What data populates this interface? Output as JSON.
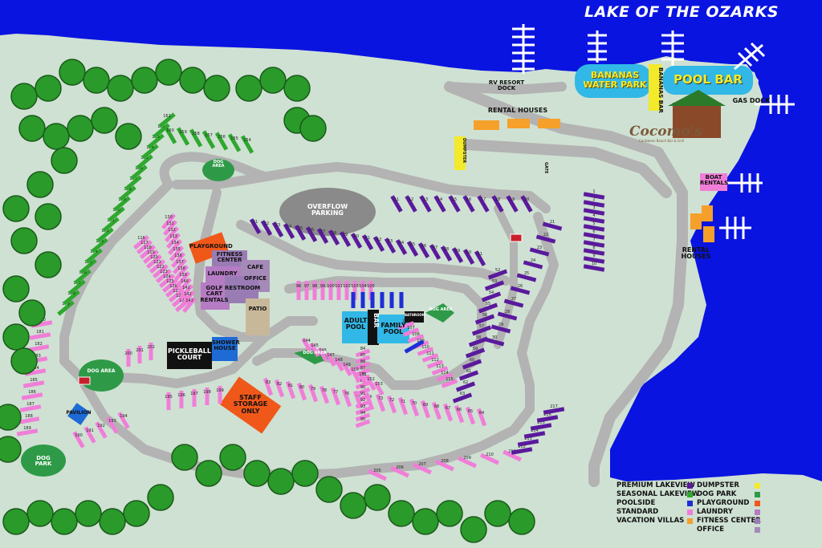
{
  "title": "LAKE OF THE OZARKS",
  "colors": {
    "water": "#0a14e0",
    "land": "#cfe1d3",
    "road": "#b3b3b3",
    "premium_lakeview": "#5a1a9c",
    "seasonal_lakeview": "#2ea82e",
    "poolside": "#1e2ed6",
    "standard": "#f07ed8",
    "vacation_villas": "#f5a02a",
    "dumpster": "#f2ea2a",
    "dog_park": "#2e9a47",
    "playground": "#f0581a",
    "laundry": "#b57cc4",
    "fitness_center": "#9a7cb5",
    "office": "#a58ab8",
    "pool": "#31b8e6",
    "patio": "#c8b89a",
    "tree": "#2a9a2a"
  },
  "places": {
    "bananas_water_park": "BANANAS WATER PARK",
    "bananas_bar": "BANANAS BAR",
    "pool_bar": "POOL BAR",
    "gas_dock": "GAS DOCK",
    "rv_resort_dock": "RV RESORT DOCK",
    "rental_houses_top": "RENTAL HOUSES",
    "rental_houses_right": "RENTAL HOUSES",
    "boat_rentals": "BOAT RENTALS",
    "dumpster": "DUMPSTER",
    "cocomos": "Cocomo's",
    "cocomos_sub": "Caribbean Beach Bar & Grill",
    "gate": "GATE",
    "overflow_parking": "OVERFLOW PARKING",
    "playground": "PLAYGROUND",
    "fitness_center": "FITNESS CENTER",
    "laundry": "LAUNDRY",
    "cafe": "CAFE",
    "office": "OFFICE",
    "golf_cart_rentals": "GOLF CART RENTALS",
    "restroom": "RESTROOM",
    "patio": "PATIO",
    "adult_pool": "ADULT POOL",
    "bar": "BAR",
    "family_pool": "FAMILY POOL",
    "bathroom": "BATHROOM",
    "dog_area_top": "DOG AREA",
    "dog_area_pool": "DOG AREA",
    "dog_area_center": "DOG AREA",
    "dog_area_left": "DOG AREA",
    "pickleball_court": "PICKLEBALL COURT",
    "shower_house": "SHOWER HOUSE",
    "staff_storage": "STAFF STORAGE ONLY",
    "pavilion": "PAVILION",
    "dog_park": "DOG PARK"
  },
  "legend": {
    "left": [
      "PREMIUM LAKEVIEW",
      "SEASONAL LAKEVIEW",
      "POOLSIDE",
      "STANDARD",
      "VACATION VILLAS"
    ],
    "right": [
      "DUMPSTER",
      "DOG PARK",
      "PLAYGROUND",
      "LAUNDRY",
      "FITNESS CENTER",
      "OFFICE"
    ]
  },
  "site_numbers": {
    "green_left": [
      "179",
      "178",
      "177",
      "176",
      "175",
      "174",
      "173",
      "172",
      "171",
      "170",
      "169",
      "168",
      "167",
      "166",
      "165",
      "164",
      "163",
      "162",
      "161"
    ],
    "green_top": [
      "160",
      "159",
      "158",
      "157",
      "156",
      "155",
      "154"
    ],
    "pink_left": [
      "180",
      "181",
      "182",
      "183",
      "184",
      "185",
      "186",
      "187",
      "188",
      "189"
    ],
    "purple_top": [
      "11",
      "12",
      "13",
      "14",
      "15",
      "16",
      "17",
      "18",
      "19",
      "20"
    ],
    "purple_right": [
      "1",
      "2",
      "3",
      "4",
      "5",
      "6",
      "7",
      "8",
      "9",
      "10"
    ],
    "purple_mid": [
      "31",
      "32",
      "33",
      "34",
      "35",
      "36",
      "37",
      "38",
      "39",
      "40",
      "41",
      "42",
      "43",
      "44",
      "45",
      "46",
      "47",
      "48",
      "49",
      "50",
      "51"
    ],
    "purple_inner": [
      "21",
      "22",
      "23",
      "24",
      "25",
      "26",
      "27",
      "28",
      "29",
      "30"
    ],
    "purple_pool_right": [
      "52",
      "53",
      "54",
      "55",
      "56",
      "57",
      "58",
      "59",
      "60",
      "61",
      "62",
      "63"
    ],
    "pink_bottom": [
      "205",
      "206",
      "207",
      "208",
      "209",
      "210",
      "211"
    ],
    "purple_bottom_right": [
      "212",
      "213",
      "214",
      "215",
      "216",
      "217"
    ],
    "pink_lower_left": [
      "190",
      "191",
      "192",
      "193",
      "194"
    ],
    "pink_lower_center": [
      "195",
      "196",
      "197",
      "198",
      "199"
    ],
    "pink_center_row": [
      "200",
      "201",
      "202"
    ],
    "pink_rows": [
      "64",
      "65",
      "66",
      "67",
      "68",
      "69",
      "70",
      "71",
      "72",
      "73",
      "74",
      "75",
      "76",
      "77",
      "78",
      "79",
      "80",
      "81",
      "82",
      "83",
      "84",
      "85",
      "86",
      "87",
      "88",
      "89",
      "90",
      "91",
      "92",
      "93",
      "94",
      "95",
      "96",
      "97",
      "98",
      "99",
      "100",
      "101",
      "102",
      "103",
      "104",
      "105",
      "106",
      "107",
      "108",
      "109",
      "110",
      "111",
      "112",
      "113",
      "114",
      "115",
      "116",
      "117",
      "118",
      "119",
      "120",
      "121",
      "122",
      "123",
      "124",
      "125",
      "126",
      "127",
      "128",
      "129",
      "130",
      "131",
      "132",
      "133",
      "134",
      "135",
      "136",
      "137",
      "138",
      "139",
      "140",
      "141",
      "142",
      "143",
      "144",
      "145",
      "146",
      "147",
      "148",
      "149",
      "150",
      "151",
      "152",
      "153"
    ]
  }
}
